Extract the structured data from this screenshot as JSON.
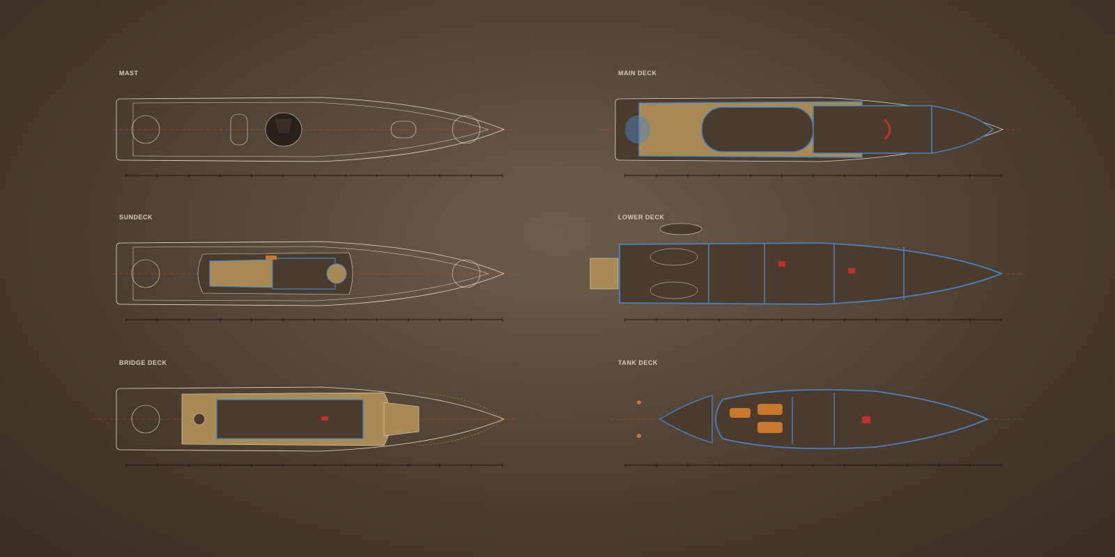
{
  "decks": [
    {
      "id": "mast",
      "title": "MAST"
    },
    {
      "id": "main",
      "title": "MAIN DECK"
    },
    {
      "id": "sundeck",
      "title": "SUNDECK"
    },
    {
      "id": "lower",
      "title": "LOWER DECK"
    },
    {
      "id": "bridge",
      "title": "BRIDGE DECK"
    },
    {
      "id": "tank",
      "title": "TANK DECK"
    }
  ],
  "colors": {
    "outline": "#e6dccd",
    "teak": "#a88a55",
    "interior": "#4a3b2d",
    "bulkhead": "#4a82c0",
    "accent_red": "#c0302b",
    "accent_orange": "#c8782e",
    "centerline": "#c24a2a"
  }
}
